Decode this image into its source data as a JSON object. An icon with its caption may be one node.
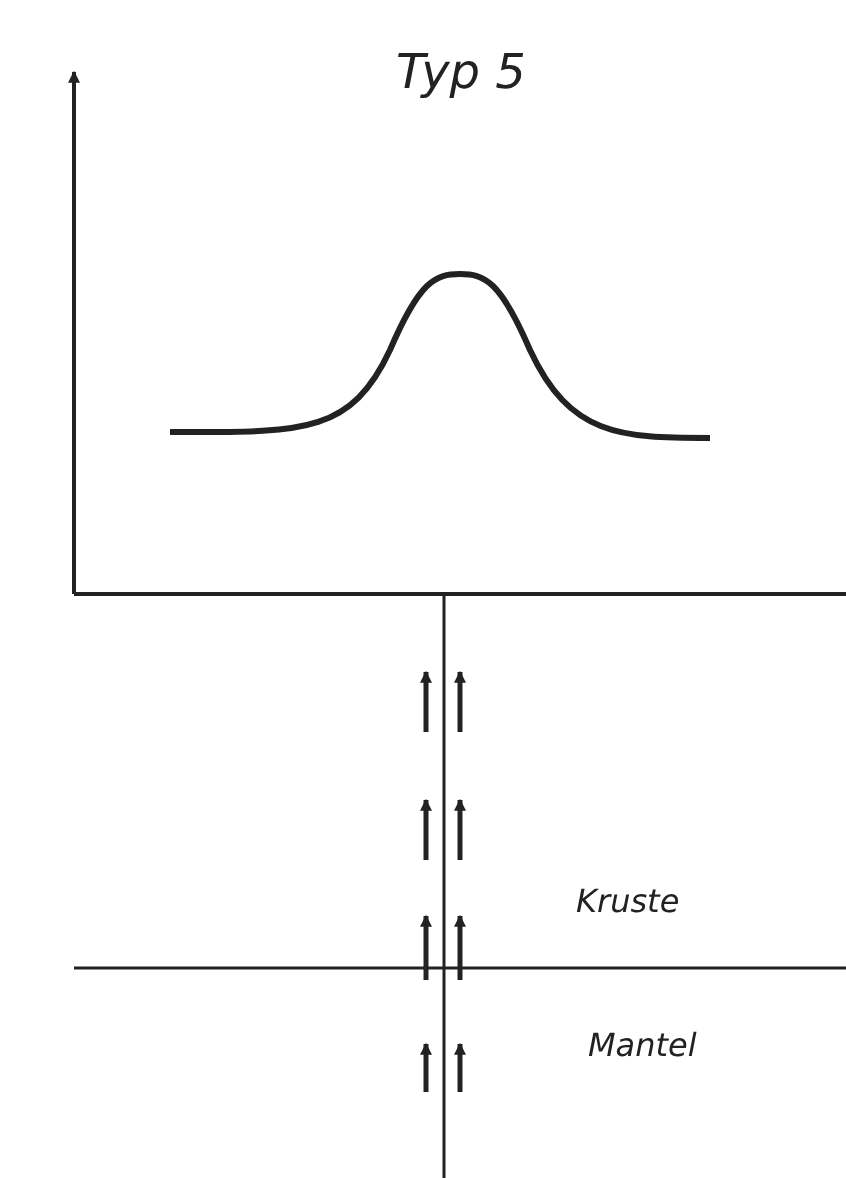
{
  "diagram": {
    "title": "Typ 5",
    "labels": [
      "Kruste",
      "Mantel"
    ]
  }
}
